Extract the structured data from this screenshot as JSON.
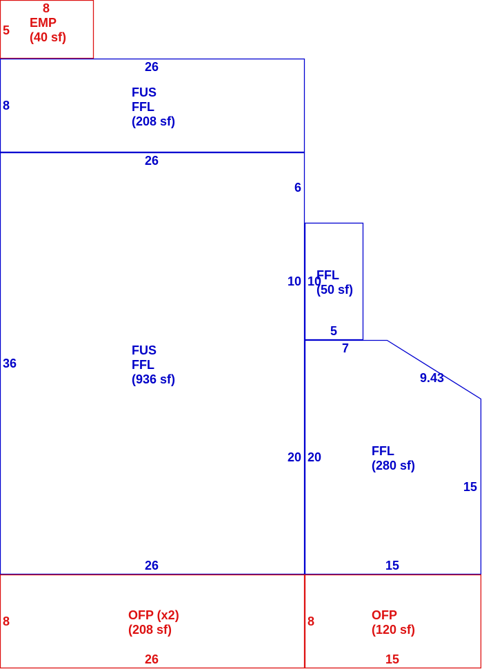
{
  "colors": {
    "living_line": "#0000d0",
    "living_text": "#0000c8",
    "porch_line": "#dd1111",
    "porch_text": "#dd1111",
    "background": "#ffffff"
  },
  "emp": {
    "code": "EMP",
    "area": "(40 sf)",
    "dim_top": "8",
    "dim_left": "5"
  },
  "fus_top": {
    "code1": "FUS",
    "code2": "FFL",
    "area": "(208 sf)",
    "dim_top": "26",
    "dim_left": "8"
  },
  "fus_main": {
    "code1": "FUS",
    "code2": "FFL",
    "area": "(936 sf)",
    "dim_top": "26",
    "dim_left": "36",
    "dim_right_upper": "6",
    "dim_right_mid": "10",
    "dim_right_low": "20",
    "dim_bottom": "26"
  },
  "ffl_small": {
    "code": "FFL",
    "area": "(50 sf)",
    "dim_left": "10",
    "dim_bottom": "5"
  },
  "ffl_right": {
    "code": "FFL",
    "area": "(280 sf)",
    "dim_top": "7",
    "dim_diag": "9.43",
    "dim_left": "20",
    "dim_right": "15",
    "dim_bottom": "15"
  },
  "ofp_left": {
    "code": "OFP (x2)",
    "area": "(208 sf)",
    "dim_left": "8",
    "dim_bottom": "26"
  },
  "ofp_right": {
    "code": "OFP",
    "area": "(120 sf)",
    "dim_left": "8",
    "dim_bottom": "15"
  }
}
